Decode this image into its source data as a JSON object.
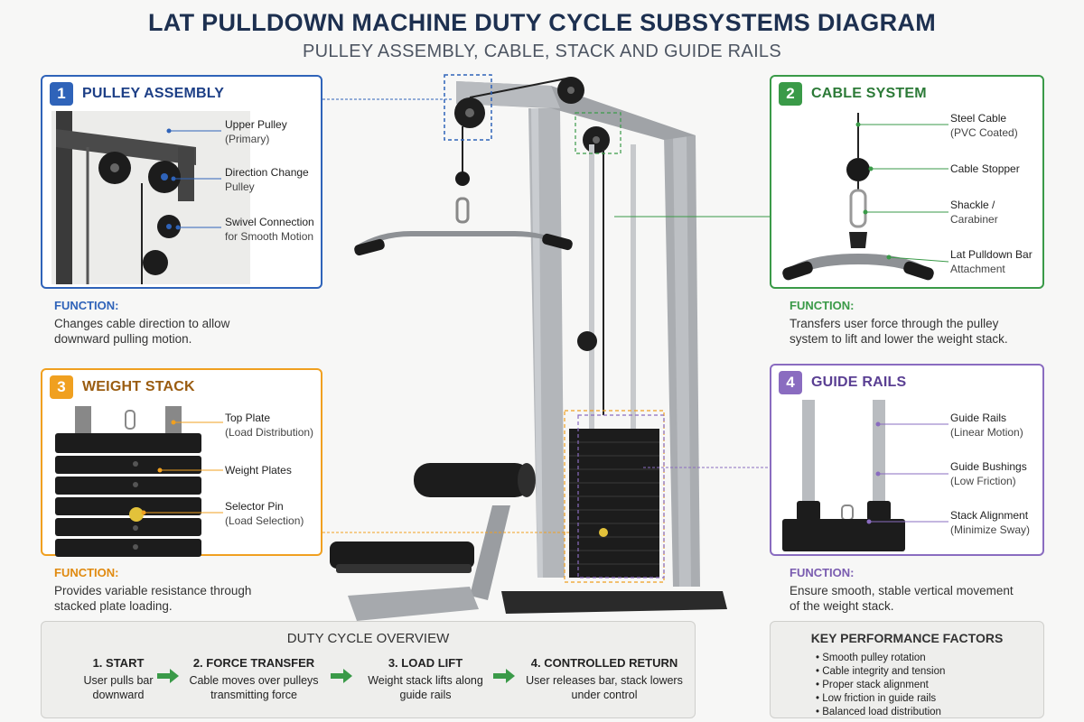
{
  "header": {
    "title": "LAT PULLDOWN MACHINE DUTY CYCLE SUBSYSTEMS DIAGRAM",
    "subtitle": "PULLEY ASSEMBLY, CABLE, STACK AND GUIDE RAILS"
  },
  "colors": {
    "blue": "#2f63b9",
    "green": "#3a9a48",
    "orange": "#f0a020",
    "purple": "#8a6cc0",
    "frame": "#a9acb0"
  },
  "panels": {
    "pulley": {
      "number": "1",
      "title": "PULLEY ASSEMBLY",
      "callouts": [
        {
          "label": "Upper Pulley",
          "sub": "(Primary)"
        },
        {
          "label": "Direction Change",
          "sub": "Pulley"
        },
        {
          "label": "Swivel Connection",
          "sub": "for Smooth Motion"
        }
      ],
      "function_label": "FUNCTION:",
      "function_lines": [
        "Changes cable direction to allow",
        "downward pulling motion."
      ]
    },
    "cable": {
      "number": "2",
      "title": "CABLE SYSTEM",
      "callouts": [
        {
          "label": "Steel Cable",
          "sub": "(PVC Coated)"
        },
        {
          "label": "Cable Stopper",
          "sub": ""
        },
        {
          "label": "Shackle /",
          "sub": "Carabiner"
        },
        {
          "label": "Lat Pulldown Bar",
          "sub": "Attachment"
        }
      ],
      "function_label": "FUNCTION:",
      "function_lines": [
        "Transfers user force through the pulley",
        "system to lift and lower the weight stack."
      ]
    },
    "stack": {
      "number": "3",
      "title": "WEIGHT STACK",
      "callouts": [
        {
          "label": "Top Plate",
          "sub": "(Load Distribution)"
        },
        {
          "label": "Weight Plates",
          "sub": ""
        },
        {
          "label": "Selector Pin",
          "sub": "(Load Selection)"
        }
      ],
      "function_label": "FUNCTION:",
      "function_lines": [
        "Provides variable resistance through",
        "stacked plate loading."
      ]
    },
    "rails": {
      "number": "4",
      "title": "GUIDE RAILS",
      "callouts": [
        {
          "label": "Guide Rails",
          "sub": "(Linear Motion)"
        },
        {
          "label": "Guide Bushings",
          "sub": "(Low Friction)"
        },
        {
          "label": "Stack Alignment",
          "sub": "(Minimize Sway)"
        }
      ],
      "function_label": "FUNCTION:",
      "function_lines": [
        "Ensure smooth, stable vertical movement",
        "of the weight stack."
      ]
    }
  },
  "duty_cycle": {
    "title": "DUTY CYCLE OVERVIEW",
    "steps": [
      {
        "title": "1. START",
        "lines": [
          "User pulls bar",
          "downward"
        ]
      },
      {
        "title": "2. FORCE TRANSFER",
        "lines": [
          "Cable moves over pulleys",
          "transmitting force"
        ]
      },
      {
        "title": "3. LOAD LIFT",
        "lines": [
          "Weight stack lifts along",
          "guide rails"
        ]
      },
      {
        "title": "4. CONTROLLED RETURN",
        "lines": [
          "User releases bar, stack lowers",
          "under control"
        ]
      }
    ]
  },
  "key_factors": {
    "title": "KEY PERFORMANCE FACTORS",
    "items": [
      "Smooth pulley rotation",
      "Cable integrity and tension",
      "Proper stack alignment",
      "Low friction in guide rails",
      "Balanced load distribution"
    ]
  }
}
